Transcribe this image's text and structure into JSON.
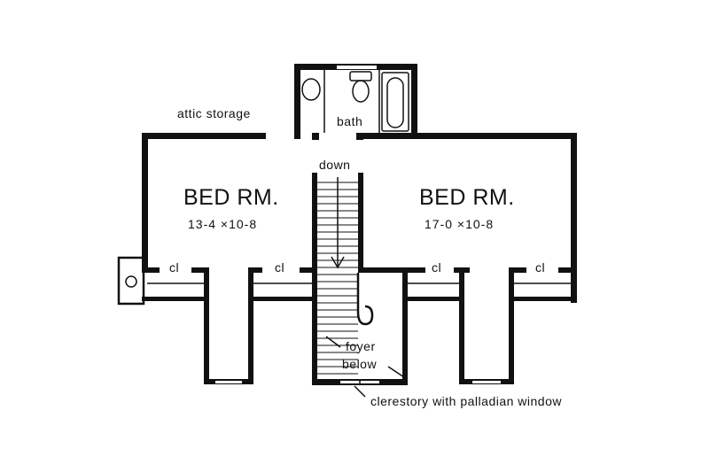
{
  "labels": {
    "attic_storage": "attic storage",
    "bath": "bath",
    "down": "down",
    "bedroom_left_name": "BED RM.",
    "bedroom_left_dim": "13-4 ×10-8",
    "bedroom_right_name": "BED RM.",
    "bedroom_right_dim": "17-0 ×10-8",
    "closet_1": "cl",
    "closet_2": "cl",
    "closet_3": "cl",
    "closet_4": "cl",
    "foyer_line1": "foyer",
    "foyer_line2": "below",
    "clerestory": "clerestory with palladian window"
  },
  "icons": [
    "sink-icon",
    "toilet-icon",
    "bathtub-icon",
    "chimney-icon",
    "stair-arrow-icon"
  ]
}
